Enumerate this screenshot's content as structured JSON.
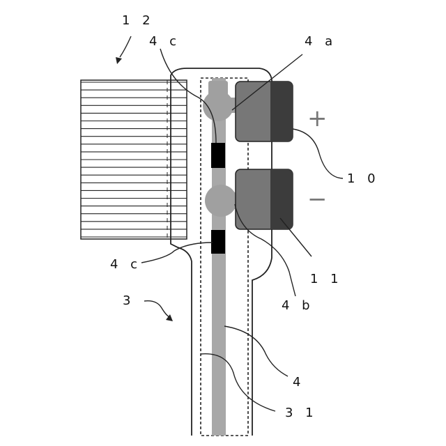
{
  "labels": {
    "l12": "1 2",
    "l4c_top": "4 c",
    "l4a": "4 a",
    "l10": "1 0",
    "l4c_bottom": "4 c",
    "l3": "3",
    "l11": "1 1",
    "l4b": "4 b",
    "l4": "4",
    "l31": "3 1"
  },
  "signs": {
    "plus": "+",
    "minus": "−"
  },
  "colors": {
    "bristle_stroke": "#222222",
    "conductor": "#a8a8a8",
    "node": "#a0a0a0",
    "electrode_light": "#777777",
    "electrode_dark": "#3c3c3c",
    "chip": "#000000",
    "sign": "#777777"
  }
}
